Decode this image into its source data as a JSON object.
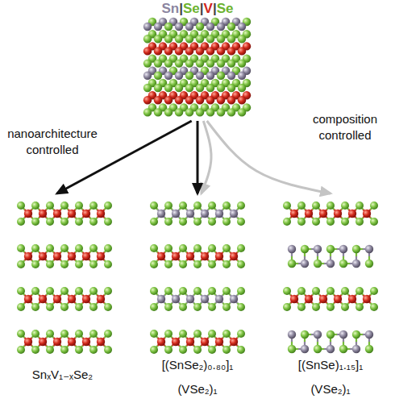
{
  "diagram": {
    "nodes": [
      {
        "text": [
          "Sn|Se|V|Se"
        ]
      },
      {
        "text": [
          "SnₓV₁₋ₓSe₂"
        ]
      },
      {
        "text": [
          "[(SnSe₂)₀.₈₀]₁ (VSe₂)₁"
        ]
      },
      {
        "text": [
          "[(SnSe)₁.₁₅]₁ (VSe₂)₁"
        ]
      }
    ],
    "edges": [
      {
        "from": 0,
        "to": 1,
        "arrow": "to",
        "label": "nanoarchitecture controlled"
      },
      {
        "from": 0,
        "to": 2,
        "arrow": "to"
      },
      {
        "from": 0,
        "to": 2,
        "arrow": "to"
      },
      {
        "from": 0,
        "to": 3,
        "arrow": "to",
        "label": "composition controlled"
      }
    ]
  }
}
